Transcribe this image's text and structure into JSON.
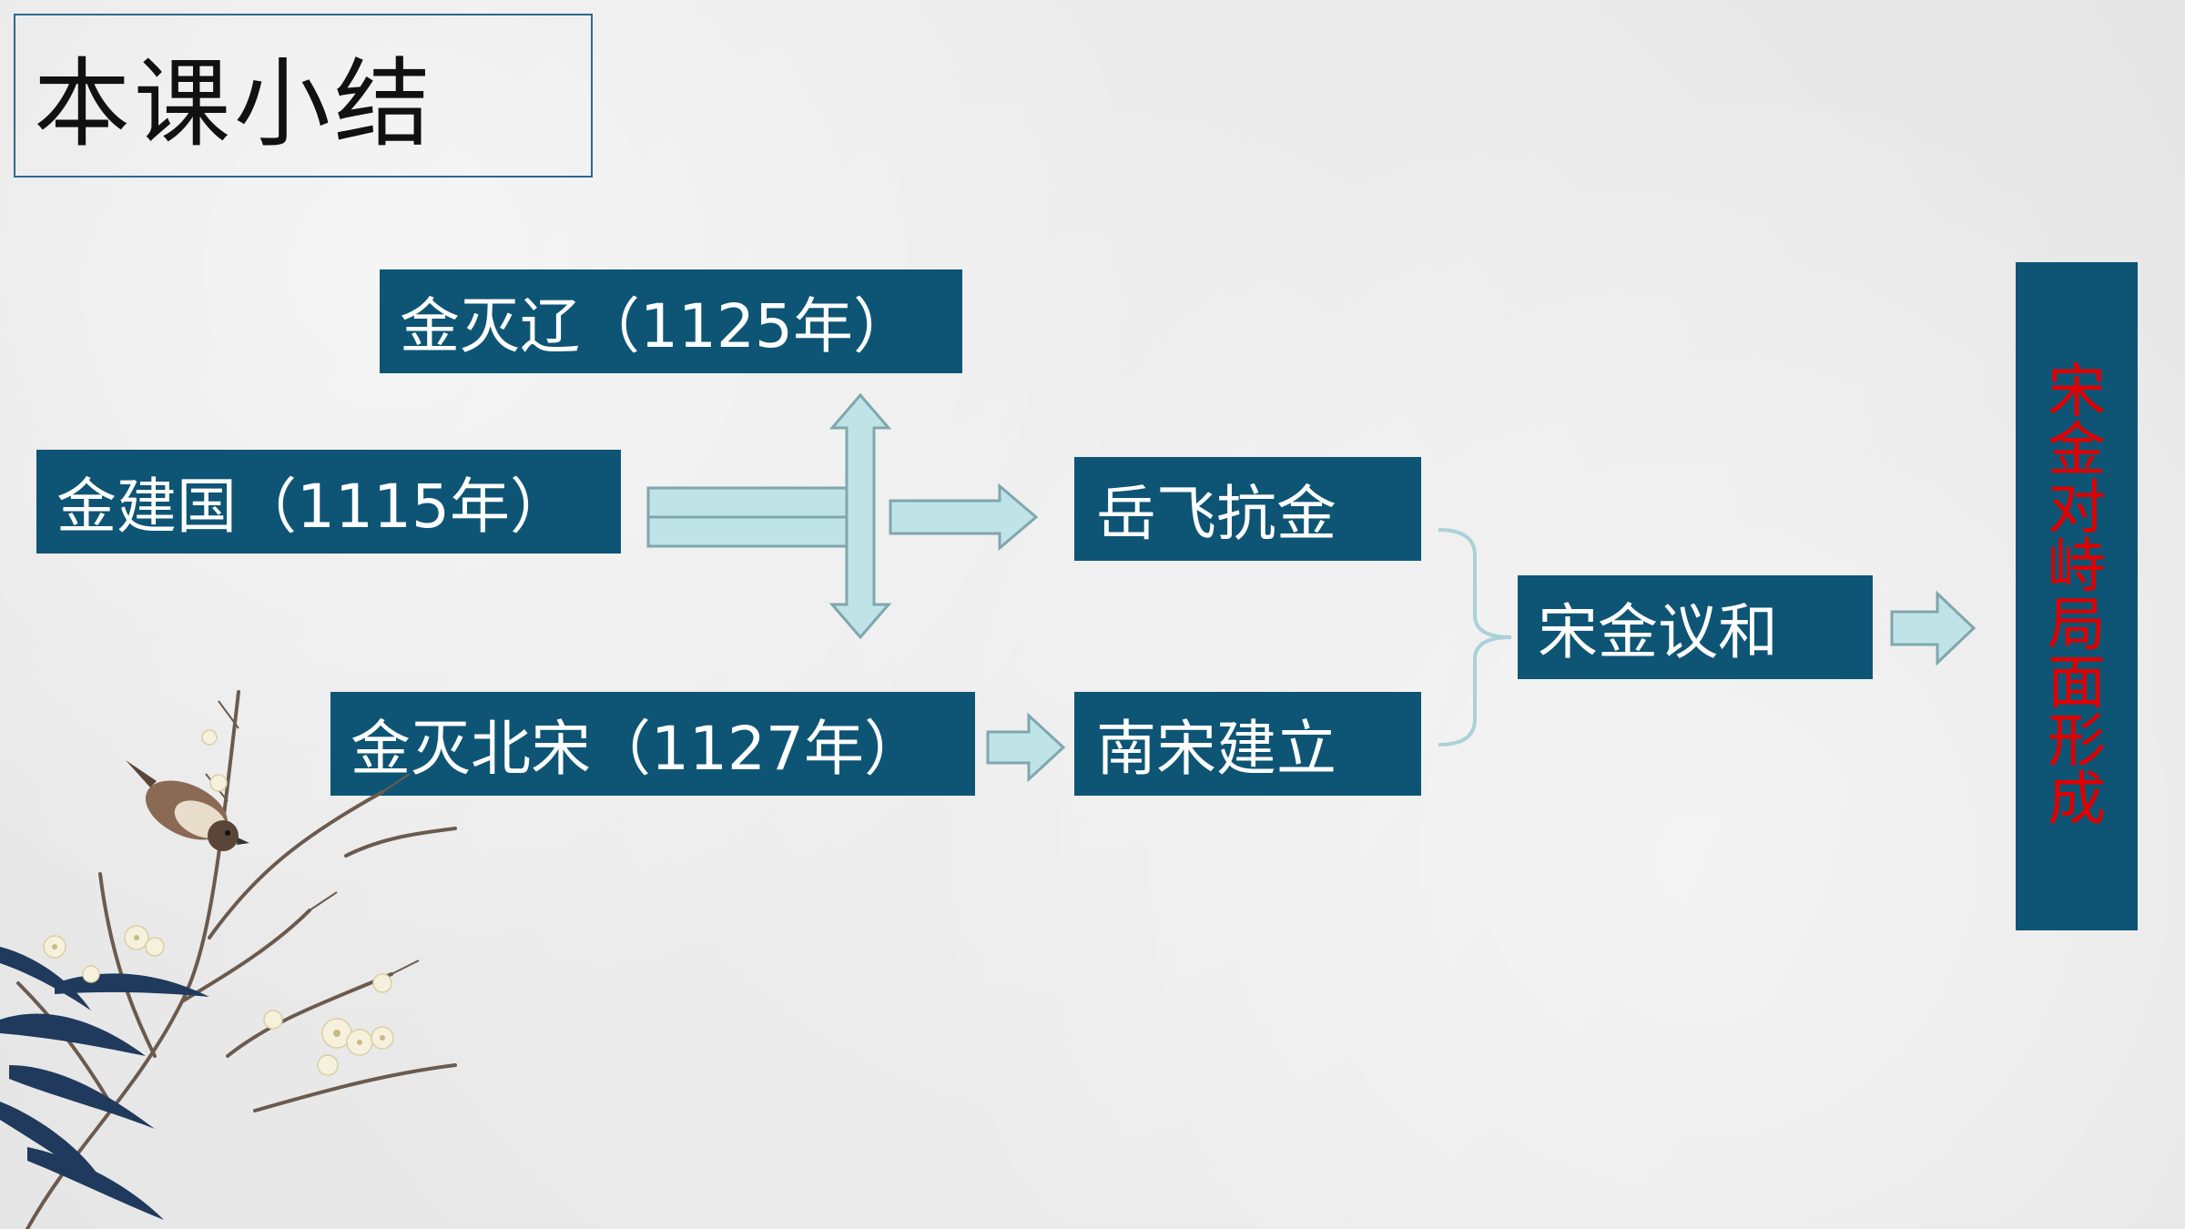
{
  "title": "本课小结",
  "nodes": {
    "jin_founding": "金建国（1115年）",
    "jin_destroys_liao": "金灭辽（1125年）",
    "jin_destroys_northern_song": "金灭北宋（1127年）",
    "yue_fei": "岳飞抗金",
    "southern_song": "南宋建立",
    "peace": "宋金议和",
    "outcome": [
      "宋",
      "金",
      "对",
      "峙",
      "局",
      "面",
      "形",
      "成"
    ]
  },
  "colors": {
    "node_background": "#0e5575",
    "node_text": "#ffffff",
    "outcome_text": "#e00000",
    "arrow_fill": "#bfe3e6",
    "arrow_stroke": "#7fa7ad"
  },
  "icons": {
    "arrows": "block-arrow",
    "bracket": "curly-brace",
    "decoration": "plum-blossom-bird-painting"
  }
}
